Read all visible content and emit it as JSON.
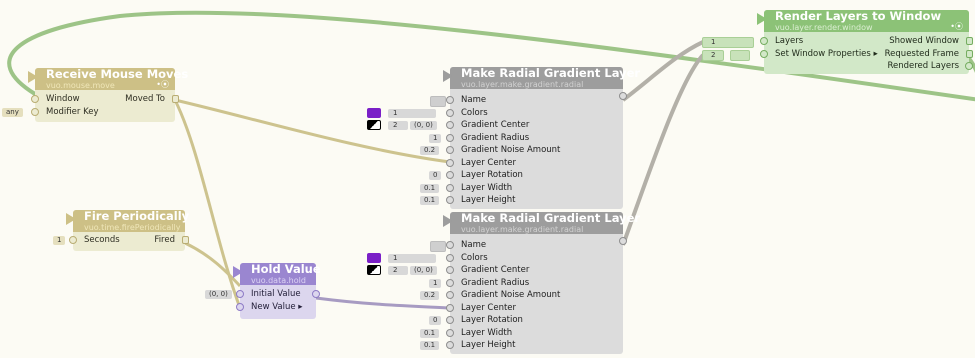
{
  "colors": {
    "wire_yellow": "#cdc38e",
    "wire_green": "#9dc487",
    "wire_gray": "#b3b0a8",
    "wire_purple": "#a79bc2",
    "swatch_purple": "#7a1fc7",
    "swatch_bg": "#fcfbf4"
  },
  "nodes": {
    "receive_mouse": {
      "title": "Receive Mouse Moves",
      "class_name": "vuo.mouse.move",
      "inputs": [
        {
          "label": "Window"
        },
        {
          "label": "Modifier Key",
          "constant": "any"
        }
      ],
      "outputs": [
        {
          "label": "Moved To"
        }
      ]
    },
    "fire_periodically": {
      "title": "Fire Periodically",
      "class_name": "vuo.time.firePeriodically",
      "inputs": [
        {
          "label": "Seconds",
          "constant": "1"
        }
      ],
      "outputs": [
        {
          "label": "Fired"
        }
      ]
    },
    "hold_value": {
      "title": "Hold Value",
      "class_name": "vuo.data.hold",
      "inputs": [
        {
          "label": "Initial Value",
          "constant": "(0, 0)"
        },
        {
          "label": "New Value ▸"
        }
      ]
    },
    "gradient_1": {
      "title": "Make Radial Gradient Layer",
      "class_name": "vuo.layer.make.gradient.radial",
      "inputs": [
        {
          "label": "Name"
        },
        {
          "label": "Colors"
        },
        {
          "label": "Gradient Center"
        },
        {
          "label": "Gradient Radius",
          "constant": "1"
        },
        {
          "label": "Gradient Noise Amount",
          "constant": "0.2"
        },
        {
          "label": "Layer Center"
        },
        {
          "label": "Layer Rotation",
          "constant": "0"
        },
        {
          "label": "Layer Width",
          "constant": "0.1"
        },
        {
          "label": "Layer Height",
          "constant": "0.1"
        }
      ],
      "colors_list": [
        "1",
        "2"
      ],
      "center_const": "(0, 0)"
    },
    "gradient_2": {
      "title": "Make Radial Gradient Layer",
      "class_name": "vuo.layer.make.gradient.radial",
      "inputs": [
        {
          "label": "Name"
        },
        {
          "label": "Colors"
        },
        {
          "label": "Gradient Center"
        },
        {
          "label": "Gradient Radius",
          "constant": "1"
        },
        {
          "label": "Gradient Noise Amount",
          "constant": "0.2"
        },
        {
          "label": "Layer Center"
        },
        {
          "label": "Layer Rotation",
          "constant": "0"
        },
        {
          "label": "Layer Width",
          "constant": "0.1"
        },
        {
          "label": "Layer Height",
          "constant": "0.1"
        }
      ],
      "colors_list": [
        "1",
        "2"
      ],
      "center_const": "(0, 0)"
    },
    "render_layers": {
      "title": "Render Layers to Window",
      "class_name": "vuo.layer.render.window",
      "inputs": [
        {
          "label": "Layers"
        },
        {
          "label": "Set Window Properties ▸"
        }
      ],
      "outputs": [
        {
          "label": "Showed Window"
        },
        {
          "label": "Requested Frame"
        },
        {
          "label": "Rendered Layers"
        }
      ],
      "layers_list": [
        "1",
        "2"
      ]
    }
  }
}
